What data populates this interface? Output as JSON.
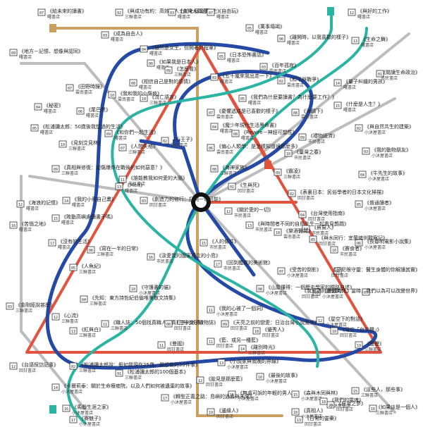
{
  "colors": {
    "red": "#e2533f",
    "blue": "#244aa5",
    "teal": "#2bb3a3",
    "gold": "#c9a061",
    "gray": "#bdbdbd"
  },
  "center_icon": "hub-ring-icon",
  "stations": [
    {
      "label": "《給未來的讀書》",
      "pub": "曙書店",
      "code": "07"
    },
    {
      "label": "《與成功有約：高效能人士的七個習慣》",
      "pub": "三聯書店",
      "code": "02"
    },
    {
      "label": "《台灣人四百年史》",
      "pub": "曙書店",
      "code": "03"
    },
    {
      "label": "《自由玩》",
      "pub": "曙書店",
      "code": "07"
    },
    {
      "label": "《與好的工作》",
      "pub": "曙書店",
      "code": "12"
    },
    {
      "label": "《成為自由人》",
      "pub": "曙書店",
      "code": "03"
    },
    {
      "label": "《萬事塌竭》",
      "pub": "曙書店",
      "code": "05"
    },
    {
      "label": "《離開時，以我喜歡的樣子》",
      "pub": "曙書店",
      "code": "06"
    },
    {
      "label": "《生命之舞》",
      "pub": "曙書店",
      "code": "13"
    },
    {
      "label": "《雖然是女生，但開著計程車》",
      "pub": "曙書店",
      "code": "04"
    },
    {
      "label": "《日本恐怖書話》",
      "pub": "曙書店",
      "code": "05"
    },
    {
      "label": "《地方－記憶、想像與認同》",
      "pub": "曙書店",
      "code": "09"
    },
    {
      "label": "《如果我是日本人》",
      "pub": "曙書店",
      "code": "06"
    },
    {
      "label": "《百年孤寂》",
      "pub": "雲南書店",
      "code": "03"
    },
    {
      "label": "《五十嵐來我出走一下》",
      "pub": "曙書店",
      "code": "03"
    },
    {
      "label": "《和平與戰爭》",
      "pub": "雲南書店",
      "code": "02"
    },
    {
      "label": "《量子糾纏的男孩》",
      "pub": "曙書店",
      "code": "14"
    },
    {
      "label": "《閱讀生命政治》",
      "pub": "市民書店",
      "code": "01"
    },
    {
      "label": "《田野時鐘》",
      "pub": "雲南書店",
      "code": "07"
    },
    {
      "label": "《相信自己是對的感情》",
      "pub": "曙書店",
      "code": "08"
    },
    {
      "label": "《怎麼看》",
      "pub": "三聯書店",
      "code": "09"
    },
    {
      "label": "《我和我的小傷痕》",
      "pub": "雲南書店",
      "code": "10"
    },
    {
      "label": "《流亡語言》",
      "pub": "三聯書店",
      "code": "10"
    },
    {
      "label": "《我們為什麼要讀書？為什麼要工作？》",
      "pub": "曙書店",
      "code": "05"
    },
    {
      "label": "《什麼是人生？》",
      "pub": "曙書店",
      "code": "15"
    },
    {
      "label": "《秘密》",
      "pub": "曙書店",
      "code": "04"
    },
    {
      "label": "《憂懼透成是已喜歡的樣子》",
      "pub": "雲南書店",
      "code": "07"
    },
    {
      "label": "《尾巴黑》",
      "pub": "曙書店",
      "code": "06"
    },
    {
      "label": "《海鷗下》",
      "pub": "雲南書店",
      "code": "08"
    },
    {
      "label": "《松浦彌太郎：50歲後我想過的生活》",
      "pub": "曙書店",
      "code": "05"
    },
    {
      "label": "《魔少年現代生活黑命書》",
      "pub": "曙書店",
      "code": "04"
    },
    {
      "label": "《Rewire－神經可塑性》",
      "pub": "曙書店",
      "code": "08"
    },
    {
      "label": "《與自然共生的建築》",
      "pub": "小沐屋書店",
      "code": "02"
    },
    {
      "label": "《和你們一起生活》",
      "pub": "曙書店",
      "code": "09"
    },
    {
      "label": "《禮物經濟》",
      "pub": "市民書店",
      "code": "09"
    },
    {
      "label": "《見刻艾見林》",
      "pub": "三聯書店",
      "code": "10"
    },
    {
      "label": "《小王子》",
      "pub": "雲南書店",
      "code": "02"
    },
    {
      "label": "《人間失格》",
      "pub": "三聯書店",
      "code": "07"
    },
    {
      "label": "《我的動物朋友》",
      "pub": "小沐屋書店",
      "code": "03"
    },
    {
      "label": "《偏心人類學：是怎樣知道很那麼多》",
      "pub": "雲南書店",
      "code": "06"
    },
    {
      "label": "《臺灣之春》",
      "pub": "市民書店",
      "code": "10"
    },
    {
      "label": "《真相與修復：創傷爆炸在戰後的如何惡意？》",
      "pub": "三聯書店",
      "code": "09"
    },
    {
      "label": "《海神家族》",
      "pub": "三聯書店",
      "code": "08"
    },
    {
      "label": "《霸凌》",
      "pub": "三聯書店",
      "code": "09"
    },
    {
      "label": "《牛先生的故事》",
      "pub": "小沐屋書店",
      "code": "04"
    },
    {
      "label": "《誰能教我如何愛的大腦》",
      "pub": "市民書店",
      "code": "11"
    },
    {
      "label": "《Melt》",
      "pub": "曙書店",
      "code": "13"
    },
    {
      "label": "《生與死》",
      "pub": "回甘書店",
      "code": "01"
    },
    {
      "label": "《表裏日本：民俗學者的日本文化掃描》",
      "pub": "回甘書店",
      "code": "02"
    },
    {
      "label": "《海浪的記憶》",
      "pub": "曙書店",
      "code": "12"
    },
    {
      "label": "《創造力的修行：打開一切可能》",
      "pub": "回甘書店",
      "code": "03"
    },
    {
      "label": "《普通讀者》",
      "pub": "小沐屋書店",
      "code": "05"
    },
    {
      "label": "《我的小冊自己畫》",
      "pub": "曙書店",
      "code": "14"
    },
    {
      "label": "《敗動高嶼慮讀書子嗎》",
      "pub": "曙書店",
      "code": "15"
    },
    {
      "label": "《關於愛的一切》",
      "pub": "市民書店",
      "code": "12"
    },
    {
      "label": "《台灣使用指南》",
      "pub": "回甘書店",
      "code": "04"
    },
    {
      "label": "《苦惱之地》",
      "pub": "曙書店",
      "code": "16"
    },
    {
      "label": "《與時間者不同的自鳥先生一起看見鵲鵡》",
      "pub": "市民書店",
      "code": "13"
    },
    {
      "label": "《貿易人》",
      "pub": "市民書店",
      "code": "14"
    },
    {
      "label": "《長春明電影小說集》",
      "pub": "小沐屋書店",
      "code": "06"
    },
    {
      "label": "《沒有的生活》",
      "pub": "曙書店",
      "code": "17"
    },
    {
      "label": "《人的條件》",
      "pub": "市民書店",
      "code": "15"
    },
    {
      "label": "《與水同行：宜蘭埤圳觀察記》",
      "pub": "回甘書店",
      "code": "05"
    },
    {
      "label": "《賽食者》",
      "pub": "市民書店",
      "code": "16"
    },
    {
      "label": "《寫在一半的日常》",
      "pub": "三聯書店",
      "code": "06"
    },
    {
      "label": "《樂酒醫閱》",
      "pub": "雲南書店",
      "code": "18"
    },
    {
      "label": "《人魚紀》",
      "pub": "三聯書店",
      "code": "05"
    },
    {
      "label": "《汲愛我的國家孤立的小島》",
      "pub": "市民書店",
      "code": "16"
    },
    {
      "label": "《芬尼根守靈：醫生身體的你解讀其實》",
      "pub": "回甘書店",
      "code": "06"
    },
    {
      "label": "《受苦的倒影》",
      "pub": "小沐屋書店",
      "code": "07"
    },
    {
      "label": "《回到鑑賞的美術館》",
      "pub": "市民書店",
      "code": "17"
    },
    {
      "label": "《山屋懂得：一個歷史學家的鐵路自述》",
      "pub": "小沐屋書店",
      "code": "08"
    },
    {
      "label": "《變成的人》",
      "pub": "小沐屋書店",
      "code": "09"
    },
    {
      "label": "《我愛過的那個時代：當時，我們以為可以改變世界》",
      "pub": "回甘書店",
      "code": "07"
    },
    {
      "label": "《先知：東方詩哲紀伯倫唯美散文詩集》",
      "pub": "三聯書店",
      "code": "04"
    },
    {
      "label": "《守護書的貓》",
      "pub": "小沐屋書店",
      "code": "10"
    },
    {
      "label": "《金剛經說甚麼》",
      "pub": "三聯書店",
      "code": "03"
    },
    {
      "label": "《心流》",
      "pub": "三聯書店",
      "code": "12"
    },
    {
      "label": "《職人誌：50個找真職人認真打拼的故事》",
      "pub": "三聯書店",
      "code": "11"
    },
    {
      "label": "《我的心被了一個洞》",
      "pub": "小沐屋書店",
      "code": "11"
    },
    {
      "label": "《三十女子微物誌》",
      "pub": "回甘書店",
      "code": "08"
    },
    {
      "label": "《天亮之前的戀愛：日治台灣小說風景》",
      "pub": "回甘書店",
      "code": "09"
    },
    {
      "label": "《星空下的對話》",
      "pub": "小沐屋書店",
      "code": "12"
    },
    {
      "label": "《彎空「台文聲」》",
      "pub": "回甘書店",
      "code": "10"
    },
    {
      "label": "《藍、或另一種藍》",
      "pub": "回甘書店",
      "code": "11"
    },
    {
      "label": "《紅與白》",
      "pub": "三聯書店",
      "code": "13"
    },
    {
      "label": "《優秀人》",
      "pub": "回甘書店",
      "code": "18"
    },
    {
      "label": "《離別時光》",
      "pub": "三聯書店",
      "code": "14"
    },
    {
      "label": "《慢慢》",
      "pub": "三聯書店",
      "code": "19"
    },
    {
      "label": "《曼國》",
      "pub": "回甘書店",
      "code": "11"
    },
    {
      "label": "《台語探訪記事》",
      "pub": "回甘書店",
      "code": "12"
    },
    {
      "label": "《松浦彌太郎說：假如我現在25歲，最想做的50件事》",
      "pub": "三聯書店",
      "code": "02"
    },
    {
      "label": "《松浦彌太郎的100個基本》",
      "pub": "三聯書店",
      "code": "01"
    },
    {
      "label": "《小說家與我晚的界線》",
      "pub": "小沐屋書店",
      "code": "13"
    },
    {
      "label": "《卡爾莉泰：關於生命療癒院，以及人們如何被遺棄的故事》",
      "pub": "小沐屋書店",
      "code": "14"
    },
    {
      "label": "《胎見是那麼藍》",
      "pub": "回甘書店",
      "code": "12"
    },
    {
      "label": "《無處可訴的年輕的男人》",
      "pub": "小沐屋書店",
      "code": "15"
    },
    {
      "label": "《最後的故事》",
      "pub": "小沐屋書店",
      "code": "16"
    },
    {
      "label": "《馬戲生涯之家》",
      "pub": "小沐屋書店",
      "code": "16"
    },
    {
      "label": "《這些人，那些事》",
      "pub": "三聯書店",
      "code": "15"
    },
    {
      "label": "《轉型正義之路：島嶼的過去與未來》",
      "pub": "小沐屋書店",
      "code": "17"
    },
    {
      "label": "《森與木同與林》",
      "pub": "小沐屋書店",
      "code": "15"
    },
    {
      "label": "《賽魅子》",
      "pub": "小沐屋書店",
      "code": "17"
    },
    {
      "label": "《如果這是一個人》",
      "pub": "三聯書店",
      "code": "16"
    },
    {
      "label": "《真相人》",
      "pub": "小沐屋書店",
      "code": "18"
    },
    {
      "label": "《邊緣人》",
      "pub": "回甘書店",
      "code": "19"
    },
    {
      "label": "《日常的靈藥》",
      "pub": "回甘書店",
      "code": "13"
    },
    {
      "label": "《自治之夢》",
      "pub": "回甘書店",
      "code": "20"
    },
    {
      "label": "《我們的靈魂》",
      "pub": "小沐屋書店",
      "code": "18"
    }
  ]
}
